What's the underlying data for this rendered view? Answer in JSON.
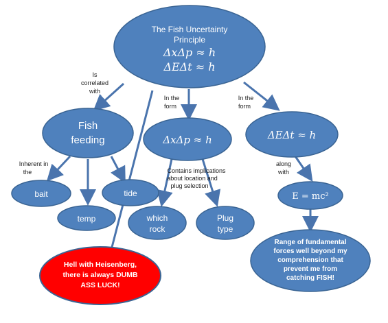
{
  "colors": {
    "node_fill": "#4f81bd",
    "node_stroke": "#3a6493",
    "alert_fill": "#ff0000",
    "arrow": "#4a74ad"
  },
  "nodes": {
    "root": {
      "title_1": "The Fish Uncertainty",
      "title_2": "Principle",
      "eq_1": "ΔxΔp ≈ h",
      "eq_2": "ΔEΔt ≈ h"
    },
    "fish_feeding": {
      "line_1": "Fish",
      "line_2": "feeding"
    },
    "form_dxdp": {
      "eq": "ΔxΔp ≈ h"
    },
    "form_dedt": {
      "eq": "ΔEΔt ≈ h"
    },
    "bait": {
      "label": "bait"
    },
    "tide": {
      "label": "tide"
    },
    "temp": {
      "label": "temp"
    },
    "which_rock": {
      "line_1": "which",
      "line_2": "rock"
    },
    "plug_type": {
      "line_1": "Plug",
      "line_2": "type"
    },
    "emc2": {
      "eq": "E = mc²"
    },
    "forces": {
      "line_1": "Range of fundamental",
      "line_2": "forces well beyond my",
      "line_3": "comprehension that",
      "line_4": "prevent me from",
      "line_5": "catching FISH!"
    },
    "heisenberg": {
      "line_1": "Hell with Heisenberg,",
      "line_2": "there is always DUMB",
      "line_3": "ASS LUCK!"
    }
  },
  "edge_labels": {
    "correlated": {
      "line_1": "Is",
      "line_2": "correlated",
      "line_3": "with"
    },
    "in_form_1": {
      "line_1": "In the",
      "line_2": "form"
    },
    "in_form_2": {
      "line_1": "In the",
      "line_2": "form"
    },
    "inherent": {
      "line_1": "Inherent in",
      "line_2": "the"
    },
    "implications": {
      "line_1": "Contains implications",
      "line_2": "about location and",
      "line_3": "plug selection"
    },
    "along_with": {
      "line_1": "along",
      "line_2": "with"
    }
  }
}
